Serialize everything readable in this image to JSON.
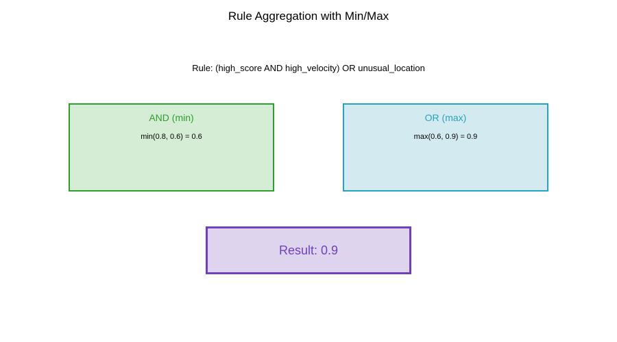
{
  "figure": {
    "title": "Rule Aggregation with Min/Max",
    "rule": "Rule: (high_score AND high_velocity) OR unusual_location"
  },
  "nodes": [
    {
      "id": "and-min",
      "label": "AND (min)",
      "formula": "min(0.8, 0.6) = 0.6",
      "accent_color": "#2ca02c",
      "fill_color": "#d5ecd5"
    },
    {
      "id": "or-max",
      "label": "OR (max)",
      "formula": "max(0.6, 0.9) = 0.9",
      "accent_color": "#23a5bd",
      "fill_color": "#d3eaf1"
    }
  ],
  "result": {
    "label": "Result: 0.9",
    "accent_color": "#6f3fbe",
    "fill_color": "#ded4ee"
  }
}
